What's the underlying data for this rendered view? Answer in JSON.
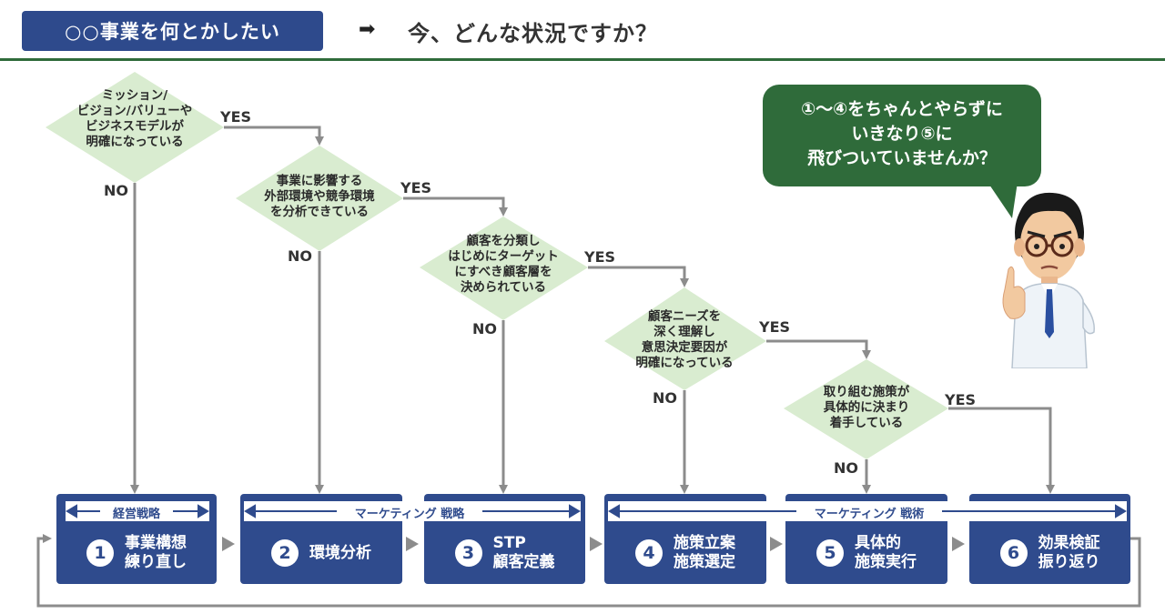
{
  "header": {
    "title": "○○事業を何とかしたい",
    "arrow": "➡",
    "question": "今、どんな状況ですか？"
  },
  "decisions": [
    {
      "line1": "ミッション/",
      "line2": "ビジョン/バリューや",
      "line3": "ビジネスモデルが",
      "line4": "明確になっている"
    },
    {
      "line1": "事業に影響する",
      "line2": "外部環境や競争環境",
      "line3": "を分析できている",
      "line4": ""
    },
    {
      "line1": "顧客を分類し",
      "line2": "はじめにターゲット",
      "line3": "にすべき顧客層を",
      "line4": "決められている"
    },
    {
      "line1": "顧客ニーズを",
      "line2": "深く理解し",
      "line3": "意思決定要因が",
      "line4": "明確になっている"
    },
    {
      "line1": "取り組む施策が",
      "line2": "具体的に決まり",
      "line3": "着手している",
      "line4": ""
    }
  ],
  "labels": {
    "yes": "YES",
    "no": "NO"
  },
  "bands": {
    "b1": "経営戦略",
    "b2": "マーケティング 戦略",
    "b3": "マーケティング 戦術"
  },
  "stages": [
    {
      "num": "1",
      "line1": "事業構想",
      "line2": "練り直し"
    },
    {
      "num": "2",
      "line1": "環境分析",
      "line2": ""
    },
    {
      "num": "3",
      "line1": "STP",
      "line2": "顧客定義"
    },
    {
      "num": "4",
      "line1": "施策立案",
      "line2": "施策選定"
    },
    {
      "num": "5",
      "line1": "具体的",
      "line2": "施策実行"
    },
    {
      "num": "6",
      "line1": "効果検証",
      "line2": "振り返り"
    }
  ],
  "bubble": {
    "line1": "①～④をちゃんとやらずに",
    "line2": "いきなり⑤に",
    "line3": "飛びついていませんか？"
  },
  "colors": {
    "navy": "#2f4b8d",
    "green": "#2f6b3a",
    "diamond": "#d9ecd0",
    "line": "#8c8c8c"
  }
}
